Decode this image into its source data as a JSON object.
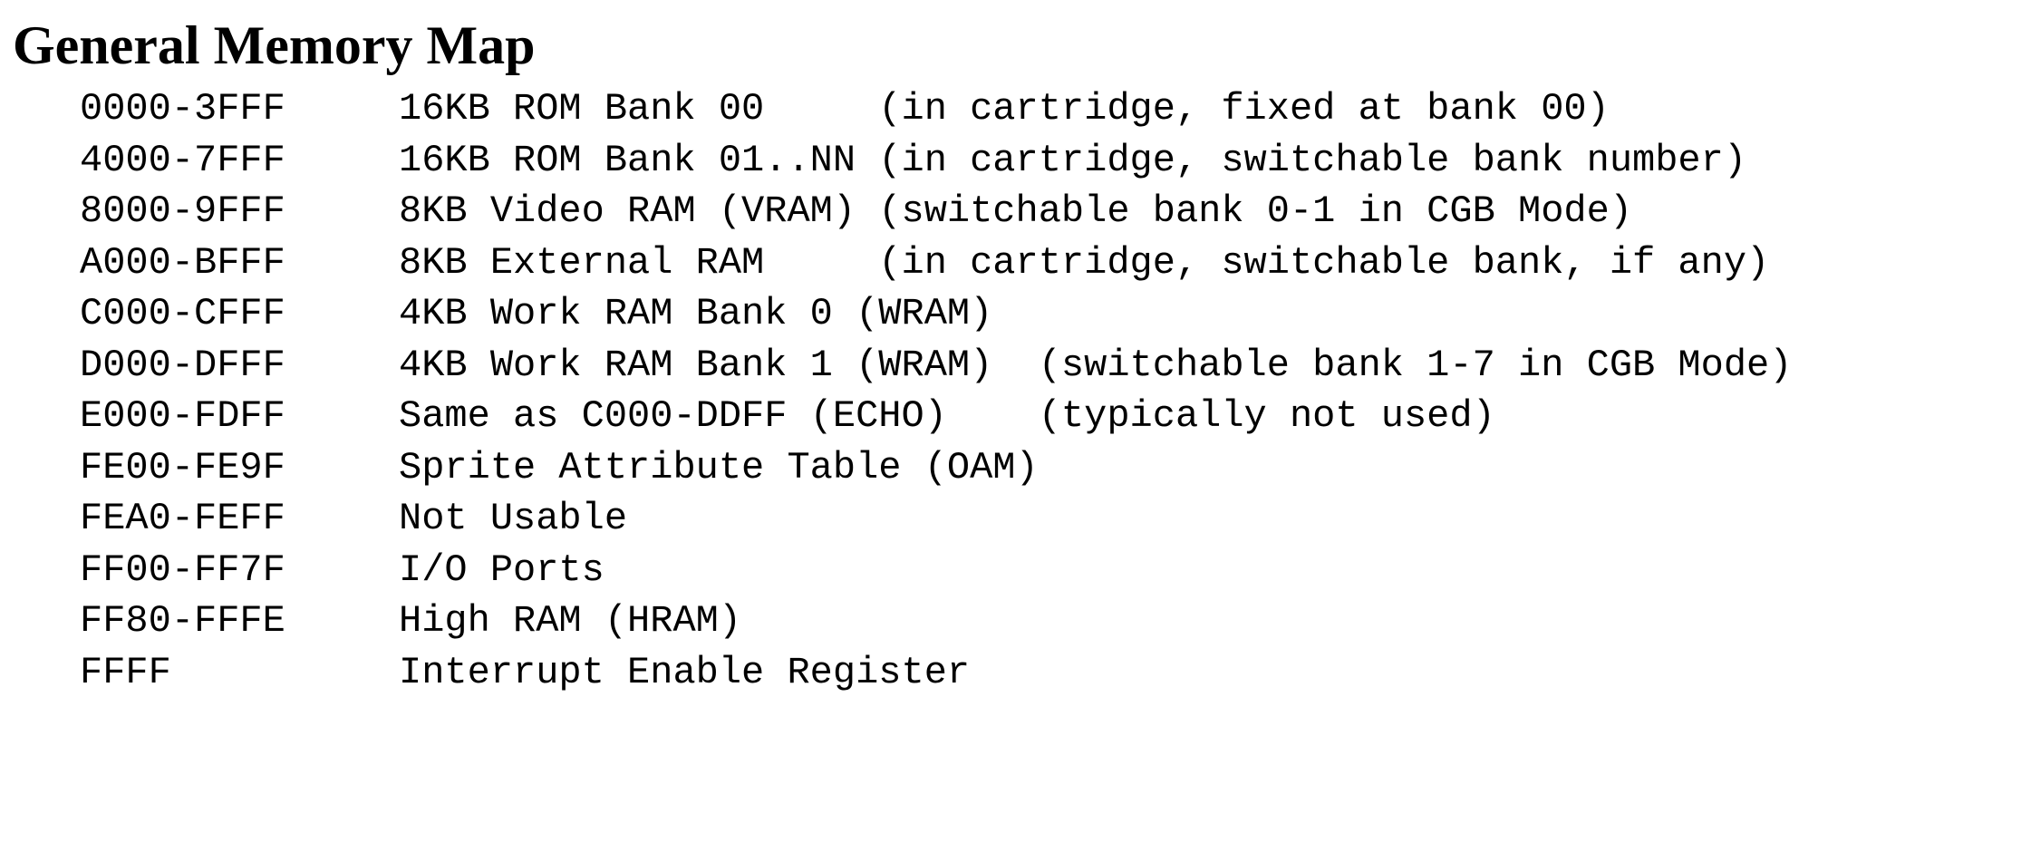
{
  "title": "General Memory Map",
  "rows": [
    {
      "range": "0000-3FFF",
      "description": "16KB ROM Bank 00     (in cartridge, fixed at bank 00)"
    },
    {
      "range": "4000-7FFF",
      "description": "16KB ROM Bank 01..NN (in cartridge, switchable bank number)"
    },
    {
      "range": "8000-9FFF",
      "description": "8KB Video RAM (VRAM) (switchable bank 0-1 in CGB Mode)"
    },
    {
      "range": "A000-BFFF",
      "description": "8KB External RAM     (in cartridge, switchable bank, if any)"
    },
    {
      "range": "C000-CFFF",
      "description": "4KB Work RAM Bank 0 (WRAM)"
    },
    {
      "range": "D000-DFFF",
      "description": "4KB Work RAM Bank 1 (WRAM)  (switchable bank 1-7 in CGB Mode)"
    },
    {
      "range": "E000-FDFF",
      "description": "Same as C000-DDFF (ECHO)    (typically not used)"
    },
    {
      "range": "FE00-FE9F",
      "description": "Sprite Attribute Table (OAM)"
    },
    {
      "range": "FEA0-FEFF",
      "description": "Not Usable"
    },
    {
      "range": "FF00-FF7F",
      "description": "I/O Ports"
    },
    {
      "range": "FF80-FFFE",
      "description": "High RAM (HRAM)"
    },
    {
      "range": "FFFF",
      "description": "Interrupt Enable Register"
    }
  ]
}
